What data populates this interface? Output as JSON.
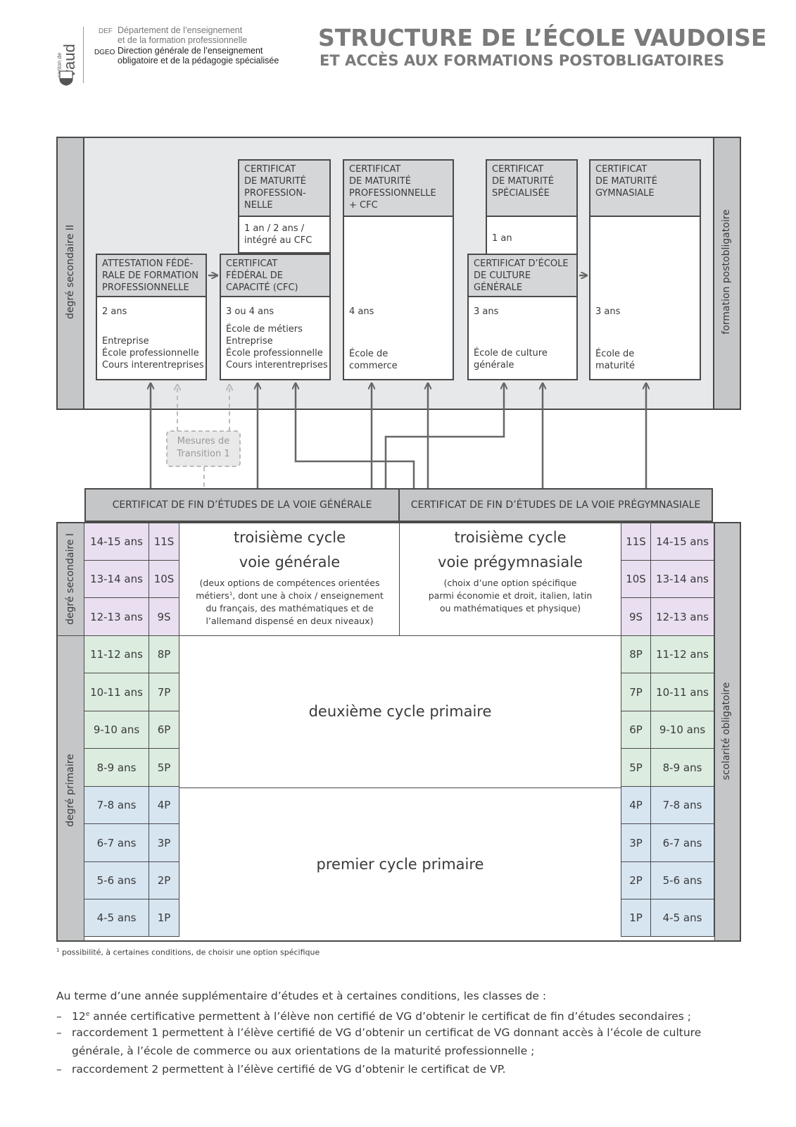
{
  "header": {
    "logo": {
      "line1": "canton de",
      "line2": "vaud"
    },
    "dept1_abbr": "DEF",
    "dept1_line1": "Département de l’enseignement",
    "dept1_line2": "et de la formation professionnelle",
    "dept2_abbr": "DGEO",
    "dept2_line1": "Direction générale de l’enseignement",
    "dept2_line2": "obligatoire et de la pédagogie spécialisée",
    "title": "STRUCTURE DE L’ÉCOLE VAUDOISE",
    "subtitle": "ET ACCÈS AUX FORMATIONS POSTOBLIGATOIRES"
  },
  "side_labels": {
    "sec2": "degré secondaire II",
    "postob": "formation postobligatoire",
    "sec1": "degré secondaire I",
    "primaire": "degré primaire",
    "oblig": "scolarité obligatoire"
  },
  "certificates": {
    "cmp": {
      "l1": "CERTIFICAT",
      "l2": "DE MATURITÉ",
      "l3": "PROFESSION-",
      "l4": "NELLE",
      "dur1": "1 an / 2 ans /",
      "dur2": "intégré au CFC"
    },
    "cmpcfc": {
      "l1": "CERTIFICAT",
      "l2": "DE MATURITÉ",
      "l3": "PROFESSIONNELLE",
      "l4": "+ CFC"
    },
    "cms": {
      "l1": "CERTIFICAT",
      "l2": "DE MATURITÉ",
      "l3": "SPÉCIALISÉE",
      "dur": "1 an"
    },
    "cmg": {
      "l1": "CERTIFICAT",
      "l2": "DE MATURITÉ",
      "l3": "GYMNASIALE"
    },
    "afp": {
      "l1": "ATTESTATION FÉDÉ-",
      "l2": "RALE DE FORMATION",
      "l3": "PROFESSIONNELLE",
      "dur": "2 ans",
      "p1": "Entreprise",
      "p2": "École professionnelle",
      "p3": "Cours interentreprises"
    },
    "cfc": {
      "l1": "CERTIFICAT",
      "l2": "FÉDÉRAL DE",
      "l3": "CAPACITÉ (CFC)",
      "dur": "3 ou 4 ans",
      "p0": "École de métiers",
      "p1": "Entreprise",
      "p2": "École professionnelle",
      "p3": "Cours interentreprises"
    },
    "com": {
      "dur": "4 ans",
      "p1": "École de",
      "p2": "commerce"
    },
    "ecg": {
      "l1": "CERTIFICAT D’ÉCOLE",
      "l2": "DE CULTURE",
      "l3": "GÉNÉRALE",
      "dur": "3 ans",
      "p1": "École de culture",
      "p2": "générale"
    },
    "mat": {
      "dur": "3 ans",
      "p1": "École de",
      "p2": "maturité"
    }
  },
  "transition": {
    "l1": "Mesures de",
    "l2": "Transition 1"
  },
  "end_certs": {
    "vg": "CERTIFICAT DE FIN D’ÉTUDES DE LA VOIE GÉNÉRALE",
    "vp": "CERTIFICAT DE FIN D’ÉTUDES DE LA VOIE PRÉGYMNASIALE"
  },
  "grades": [
    {
      "age": "14-15 ans",
      "code": "11S"
    },
    {
      "age": "13-14 ans",
      "code": "10S"
    },
    {
      "age": "12-13 ans",
      "code": "9S"
    },
    {
      "age": "11-12 ans",
      "code": "8P"
    },
    {
      "age": "10-11 ans",
      "code": "7P"
    },
    {
      "age": "9-10 ans",
      "code": "6P"
    },
    {
      "age": "8-9 ans",
      "code": "5P"
    },
    {
      "age": "7-8 ans",
      "code": "4P"
    },
    {
      "age": "6-7 ans",
      "code": "3P"
    },
    {
      "age": "5-6 ans",
      "code": "2P"
    },
    {
      "age": "4-5 ans",
      "code": "1P"
    }
  ],
  "cycles": {
    "vg_t1": "troisième cycle",
    "vg_t2": "voie générale",
    "vg_d1": "(deux options de compétences orientées",
    "vg_d2a": "métiers",
    "vg_d2sup": "1",
    "vg_d2b": ", dont une à choix / enseignement",
    "vg_d3": "du français, des mathématiques et de",
    "vg_d4": "l’allemand dispensé en deux niveaux)",
    "vp_t1": "troisième cycle",
    "vp_t2": "voie prégymnasiale",
    "vp_d1": "(choix d’une option spécifique",
    "vp_d2": "parmi économie et droit, italien, latin",
    "vp_d3": "ou mathématiques et physique)",
    "c2": "deuxième cycle primaire",
    "c1": "premier cycle primaire"
  },
  "footnote": {
    "sup": "1",
    "text": " possibilité, à certaines conditions, de choisir une option spécifique"
  },
  "footer": {
    "intro": "Au terme d’une année supplémentaire d’études et à certaines conditions, les classes de :",
    "b1_pre": "12",
    "b1_sup": "e",
    "b1_post": " année certificative permettent à l’élève non certifié de VG d’obtenir le certificat de fin d’études secondaires ;",
    "b2_l1": "raccordement 1 permettent à l’élève certifié de VG d’obtenir un certificat de VG donnant accès à l’école de culture",
    "b2_l2": "générale, à l’école de commerce ou aux orientations de la maturité professionnelle ;",
    "b3": "raccordement 2 permettent à l’élève certifié de VG d’obtenir le certificat de VP.",
    "dash": "–"
  }
}
